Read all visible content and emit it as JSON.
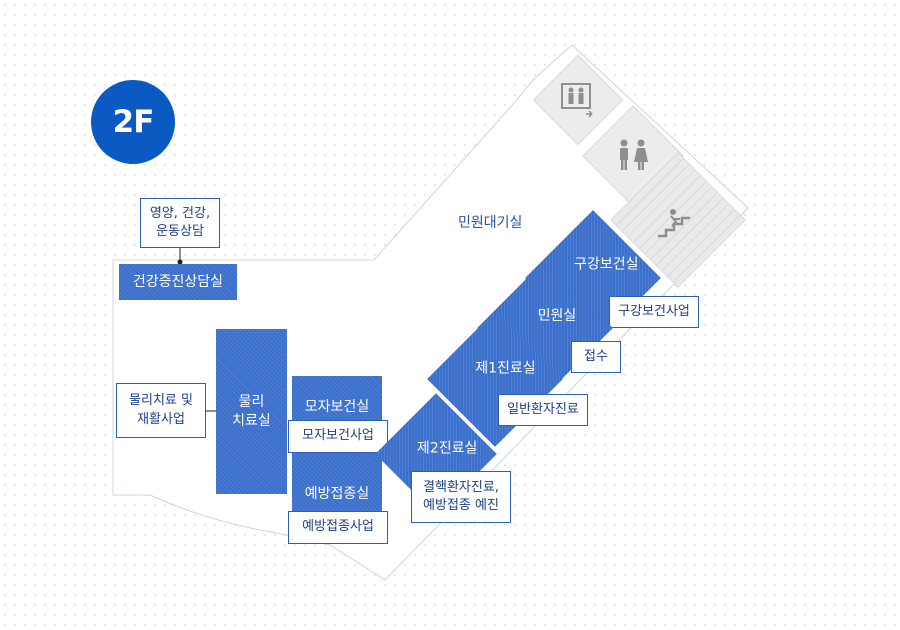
{
  "floor": {
    "label": "2F"
  },
  "lobby": {
    "label": "민원대기실"
  },
  "rooms": {
    "health_consult": "건강증진상담실",
    "physio": "물리\n치료실",
    "maternal": "모자보건실",
    "vaccination": "예방접종실",
    "dental": "구강보건실",
    "civil": "민원실",
    "clinic1": "제1진료실",
    "clinic2": "제2진료실"
  },
  "tags": {
    "nutrition": "영양, 건강,\n운동상담",
    "physio_rehab": "물리치료 및\n재활사업",
    "maternal_program": "모자보건사업",
    "vaccination_program": "예방접종사업",
    "dental_program": "구강보건사업",
    "reception": "접수",
    "general_care": "일반환자진료",
    "tb_care": "결핵환자진료,\n예방접종 예진"
  },
  "colors": {
    "badge": "#0b59c2",
    "room": "#3b6fcc",
    "tag_border": "#2c5fb8"
  },
  "icons": [
    "elevator-icon",
    "restroom-icon",
    "stairs-icon"
  ]
}
